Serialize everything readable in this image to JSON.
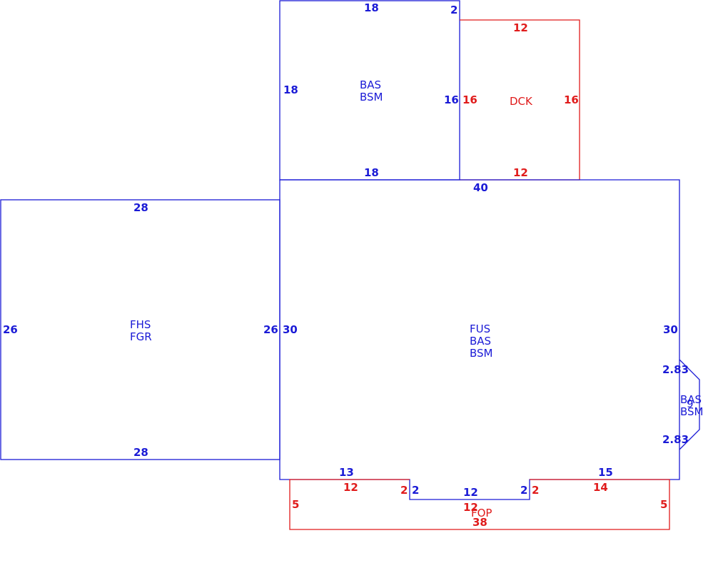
{
  "colors": {
    "blue": "#1a1ad6",
    "red": "#e01b1b"
  },
  "areas": {
    "top_bas": {
      "line1": "BAS",
      "line2": "BSM"
    },
    "deck": {
      "line1": "DCK"
    },
    "garage": {
      "line1": "FHS",
      "line2": "FGR"
    },
    "main": {
      "line1": "FUS",
      "line2": "BAS",
      "line3": "BSM"
    },
    "bay": {
      "line1": "BAS",
      "line2": "BSM",
      "overlap": "9"
    },
    "porch": {
      "line1": "FOP"
    }
  },
  "dims": {
    "top_bas_top": "18",
    "top_bas_corner": "2",
    "top_bas_left": "18",
    "top_bas_right": "16",
    "top_bas_bottom": "18",
    "deck_top": "12",
    "deck_left": "16",
    "deck_right": "16",
    "deck_bottom": "12",
    "main_top": "40",
    "main_left": "30",
    "main_right": "30",
    "main_bottom_left": "13",
    "main_bottom_right": "15",
    "main_notch_left": "2",
    "main_notch_bottom": "12",
    "main_notch_right": "2",
    "garage_top": "28",
    "garage_left": "26",
    "garage_right": "26",
    "garage_bottom": "28",
    "bay_upper": "2.83",
    "bay_lower": "2.83",
    "porch_top_left": "12",
    "porch_step_left": "2",
    "porch_top_mid": "12",
    "porch_step_right": "2",
    "porch_top_right": "14",
    "porch_left": "5",
    "porch_right": "5",
    "porch_bottom": "38"
  }
}
